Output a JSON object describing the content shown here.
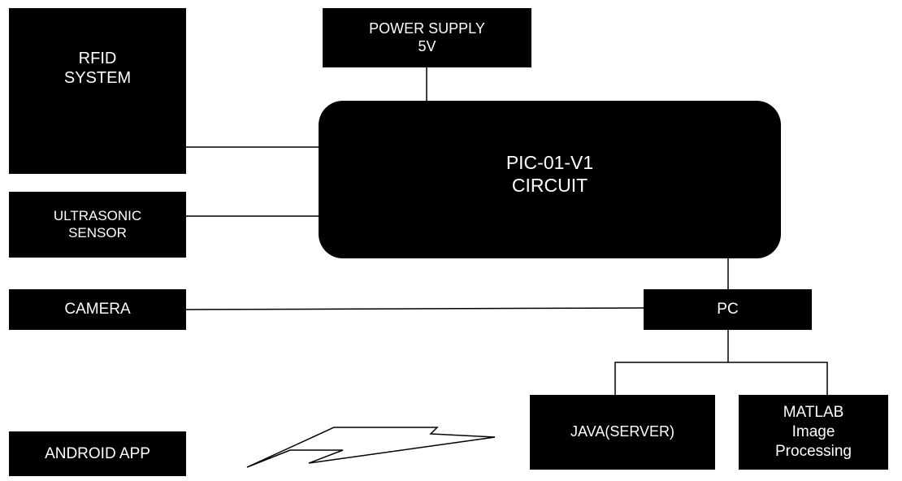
{
  "diagram": {
    "blocks": {
      "rfid": "RFID\nSYSTEM",
      "power_supply": "POWER SUPPLY\n5V",
      "ultrasonic": "ULTRASONIC\nSENSOR",
      "circuit": "PIC-01-V1\nCIRCUIT",
      "camera": "CAMERA",
      "pc": "PC",
      "java_server": "JAVA(SERVER)",
      "matlab": "MATLAB\nImage\nProcessing",
      "android_app": "ANDROID APP"
    },
    "connections": [
      [
        "power_supply",
        "circuit"
      ],
      [
        "rfid",
        "circuit"
      ],
      [
        "ultrasonic",
        "circuit"
      ],
      [
        "circuit",
        "pc"
      ],
      [
        "camera",
        "pc"
      ],
      [
        "pc",
        "java_server"
      ],
      [
        "pc",
        "matlab"
      ],
      [
        "android_app",
        "java_server"
      ]
    ],
    "colors": {
      "block_fill": "#000000",
      "block_text": "#ffffff",
      "line": "#000000",
      "background": "#ffffff"
    },
    "icons": {
      "wireless_link": "lightning-bolt-icon"
    }
  }
}
